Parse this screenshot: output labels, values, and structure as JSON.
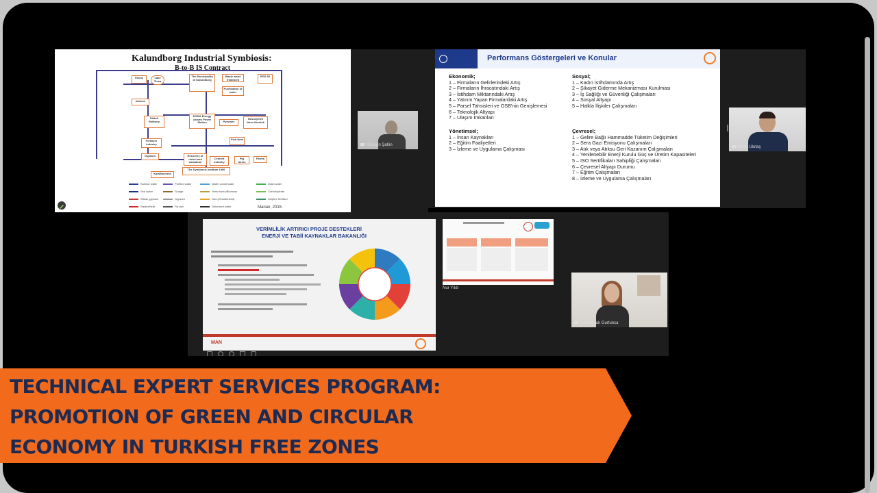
{
  "banner": {
    "line1": "TECHNICAL EXPERT SERVICES PROGRAM:",
    "line2": "PROMOTION OF GREEN AND CIRCULAR",
    "line3": "ECONOMY IN TURKISH FREE ZONES",
    "color": "#f26b1d",
    "text_color": "#1d2a52"
  },
  "kalundborg": {
    "title": "Kalundborg Industrial Symbiosis:",
    "subtitle": "B-to-B IS Contract",
    "credit": "Marian, 2015",
    "boxes": [
      "Farms",
      "Lake Tissø",
      "The Municipality of Kalundborg",
      "Waste water treatment",
      "Purification of water",
      "Inbicon",
      "Statoil Refinery",
      "DONG Energy Asnæs Power Station",
      "Pyromex",
      "Novozymes Novo Nordisk",
      "RGS 90",
      "Fertilizer industry",
      "Gypsum",
      "Recovery of nickel and vanadium",
      "Fish farm",
      "Cement industry",
      "Pig farms",
      "Farms",
      "The Symbiosis Institute 1996",
      "Kara/Noveren"
    ],
    "legend": [
      {
        "label": "Surface water",
        "color": "#2c3e91"
      },
      {
        "label": "Purified water",
        "color": "#6a4fb6"
      },
      {
        "label": "Water condensate",
        "color": "#4aa0d8"
      },
      {
        "label": "Drain water",
        "color": "#3bb34a"
      },
      {
        "label": "Sea water",
        "color": "#1b2e7a"
      },
      {
        "label": "Sludge",
        "color": "#8a6d3b"
      },
      {
        "label": "Yeast slurry/Biomass",
        "color": "#b8a040"
      },
      {
        "label": "Carbohydrate",
        "color": "#7dbf4e"
      },
      {
        "label": "Waste gypsum",
        "color": "#c23b3b"
      },
      {
        "label": "Gypsum",
        "color": "#999999"
      },
      {
        "label": "Gas (Desulfurised)",
        "color": "#e5a12a"
      },
      {
        "label": "Sulphur fertiliser",
        "color": "#3c8f6a"
      },
      {
        "label": "Steam/Heat",
        "color": "#d22a2a"
      },
      {
        "label": "Fly ash",
        "color": "#555555"
      },
      {
        "label": "Deionised water",
        "color": "#333333"
      }
    ]
  },
  "cam_top_left": {
    "name": "Hüseyin Şahin"
  },
  "cam_top_right": {
    "name": "Cihan Ulutaş"
  },
  "cam_bottom_right": {
    "name": "Tuba Bulak Gurtunca"
  },
  "cam_bottom_mid": {
    "name": "Nur Yıldı"
  },
  "performans": {
    "title": "Performans Göstergeleri ve Konular",
    "ekonomik": {
      "heading": "Ekonomik;",
      "items": [
        "1 – Firmaların Gelirlerindeki Artış",
        "2 – Firmaların İhracatındaki Artış",
        "3 – İstihdam Miktarındaki Artış",
        "4 – Yatırım Yapan Firmalardaki Artış",
        "5 – Parsel Tahsisleri ve OSB'nin Genişlemesi",
        "6 – Teknolojik Altyapı",
        "7 – Ulaşım İmkanları"
      ]
    },
    "yonetimsel": {
      "heading": "Yönetimsel;",
      "items": [
        "1 – İnsan Kaynakları",
        "2 – Eğitim Faaliyetleri",
        "3 – İzleme ve Uygulama Çalışması"
      ]
    },
    "sosyal": {
      "heading": "Sosyal;",
      "items": [
        "1 – Kadın İstihdamında Artış",
        "2 – Şikayet Giderme Mekanizması Kurulması",
        "3 – İş Sağlığı ve Güvenliği Çalışmaları",
        "4 – Sosyal Altyapı",
        "5 – Halkla İlişkiler Çalışmaları"
      ]
    },
    "cevresel": {
      "heading": "Çevresel;",
      "items": [
        "1 – Gelire Bağlı Hammadde Tüketim Değişimleri",
        "2 – Sera Gazı Emisyonu Çalışmaları",
        "3 – Atık veya Atıksu Geri Kazanım Çalışmaları",
        "4 – Yenilenebilir Enerji Kurulu Güç ve Üretim Kapasiteleri",
        "5 – ISO Sertifikaları Sahipliği Çalışmaları",
        "6 – Çevresel Altyapı Durumu",
        "7 – Eğitim Çalışmaları",
        "8 – İzleme ve Uygulama Çalışmaları"
      ]
    }
  },
  "verimlilik": {
    "title1": "VERİMLİLİK ARTIRICI PROJE DESTEKLERİ",
    "title2": "ENERJİ VE TABİİ KAYNAKLAR BAKANLIĞI",
    "logo_text": "MAN"
  }
}
